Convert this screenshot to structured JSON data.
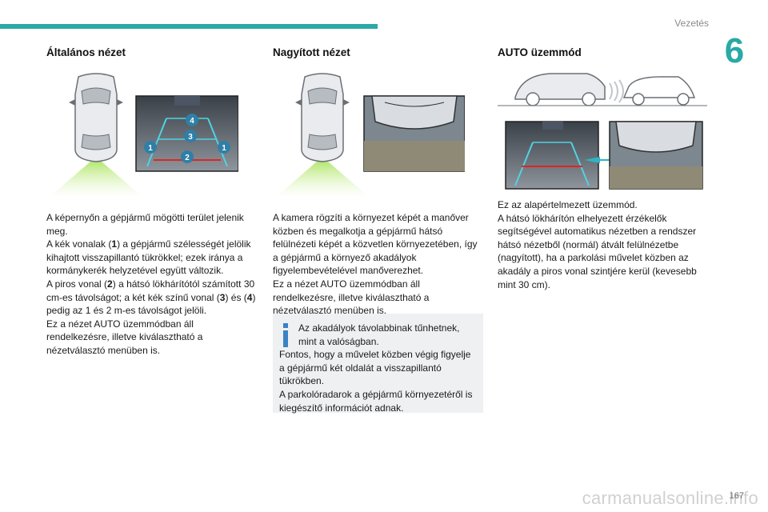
{
  "header": {
    "section_title": "Vezetés",
    "chapter_number": "6",
    "accent_color": "#2aa9a6"
  },
  "columns": [
    {
      "title": "Általános nézet",
      "paragraphs": [
        "A képernyőn a gépjármű mögötti terület jelenik meg.",
        "A kék vonalak (1) a gépjármű szélességét jelölik kihajtott visszapillantó tükrökkel; ezek iránya a kormánykerék helyzetével együtt változik.",
        "A piros vonal (2) a hátsó lökhárítótól számított 30 cm-es távolságot; a két kék színű vonal (3) és (4) pedig az 1 és 2 m-es távolságot jelöli.",
        "Ez a nézet AUTO üzemmódban áll rendelkezésre, illetve kiválasztható a nézetválasztó menüben is."
      ],
      "callouts": [
        "1",
        "2",
        "3",
        "4"
      ]
    },
    {
      "title": "Nagyított nézet",
      "paragraphs": [
        "A kamera rögzíti a környezet képét a manőver közben és megalkotja a gépjármű hátsó felülnézeti képét a közvetlen környezetében, így a gépjármű a környező akadályok figyelembevételével manőverezhet.",
        "Ez a nézet AUTO üzemmódban áll rendelkezésre, illetve kiválasztható a nézetválasztó menüben is."
      ],
      "info_box": {
        "icon": "info-icon",
        "lines": [
          "Az akadályok távolabbinak tűnhetnek, mint a valóságban.",
          "Fontos, hogy a művelet közben végig figyelje a gépjármű két oldalát a visszapillantó tükrökben.",
          "A parkolóradarok a gépjármű környezetéről is kiegészítő információt adnak."
        ]
      }
    },
    {
      "title": "AUTO üzemmód",
      "paragraphs": [
        "Ez az alapértelmezett üzemmód.",
        "A hátsó lökhárítón elhelyezett érzékelők segítségével automatikus nézetben a rendszer hátsó nézetből (normál) átvált felülnézetbe (nagyított), ha a parkolási művelet közben az akadály a piros vonal szintjére kerül (kevesebb mint 30 cm)."
      ]
    }
  ],
  "footer": {
    "page_number": "167",
    "watermark": "carmanualsonline.info"
  }
}
